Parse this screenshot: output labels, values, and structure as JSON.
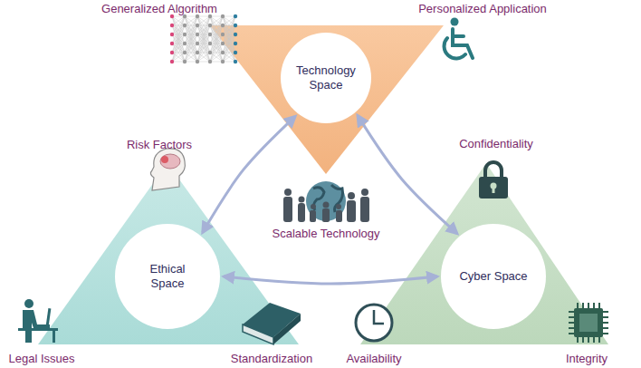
{
  "diagram": {
    "nodes": [
      {
        "text": [
          "Technology Space"
        ]
      },
      {
        "text": [
          "Ethical Space"
        ]
      },
      {
        "text": [
          "Cyber Space"
        ]
      }
    ],
    "edges": [
      {
        "from": 0,
        "to": 1,
        "arrow": "both"
      },
      {
        "from": 0,
        "to": 2,
        "arrow": "both"
      },
      {
        "from": 1,
        "to": 2,
        "arrow": "both"
      }
    ],
    "labels": [
      "Generalized Algorithm",
      "Personalized Application",
      "Scalable Technology",
      "Risk Factors",
      "Confidentiality",
      "Legal Issues",
      "Standardization",
      "Availability",
      "Integrity"
    ]
  }
}
